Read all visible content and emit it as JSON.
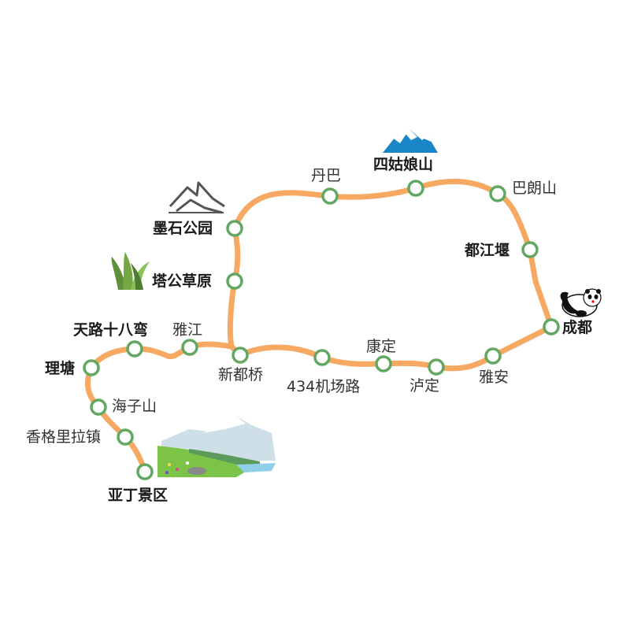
{
  "colors": {
    "route": "#F7A963",
    "station_ring": "#62A862",
    "station_fill": "#FFFFFF",
    "label": "#333333"
  },
  "stations": [
    {
      "name": "成都",
      "emphasis": true
    },
    {
      "name": "雅安",
      "emphasis": false
    },
    {
      "name": "泸定",
      "emphasis": false
    },
    {
      "name": "康定",
      "emphasis": false
    },
    {
      "name": "434机场路",
      "emphasis": false
    },
    {
      "name": "新都桥",
      "emphasis": false
    },
    {
      "name": "雅江",
      "emphasis": false
    },
    {
      "name": "天路十八弯",
      "emphasis": true
    },
    {
      "name": "理塘",
      "emphasis": true
    },
    {
      "name": "海子山",
      "emphasis": false
    },
    {
      "name": "香格里拉镇",
      "emphasis": false
    },
    {
      "name": "亚丁景区",
      "emphasis": true
    },
    {
      "name": "塔公草原",
      "emphasis": true
    },
    {
      "name": "墨石公园",
      "emphasis": true
    },
    {
      "name": "丹巴",
      "emphasis": false
    },
    {
      "name": "四姑娘山",
      "emphasis": true
    },
    {
      "name": "巴朗山",
      "emphasis": false
    },
    {
      "name": "都江堰",
      "emphasis": true
    }
  ],
  "illustrations": [
    "panda-icon",
    "snow-mountain-icon",
    "ink-mountain-icon",
    "grass-icon",
    "yading-landscape-icon"
  ]
}
